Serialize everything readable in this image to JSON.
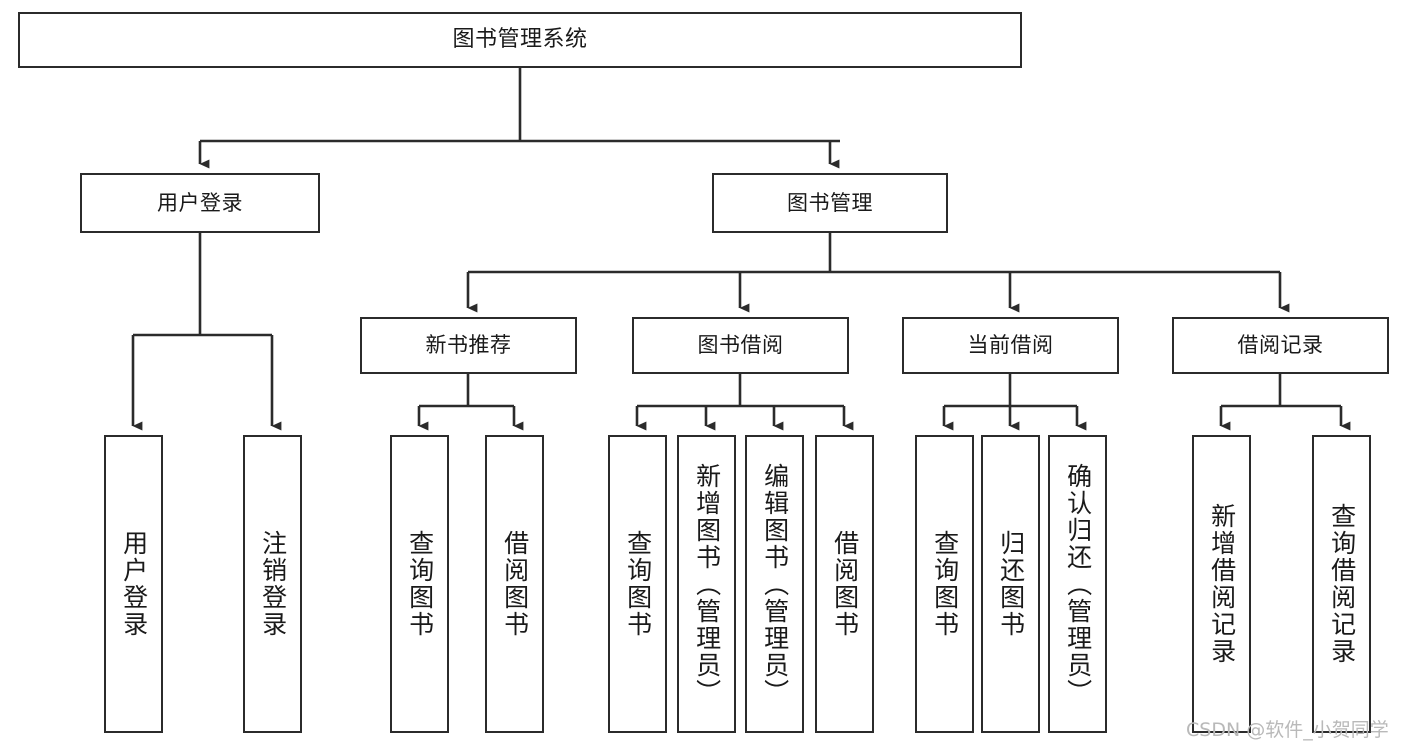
{
  "diagram": {
    "title": "图书管理系统",
    "type": "tree",
    "colors": {
      "box_border": "#2b2b2b",
      "box_fill": "#ffffff",
      "connector": "#2b2b2b",
      "text": "#1a1a1a",
      "watermark": "#b9b9b9",
      "background": "#ffffff"
    },
    "nodes": {
      "root": {
        "label": "图书管理系统",
        "level": 0
      },
      "level1": [
        {
          "id": "user-login",
          "label": "用户登录"
        },
        {
          "id": "book-management",
          "label": "图书管理"
        }
      ],
      "level2": [
        {
          "id": "new-book-recommend",
          "label": "新书推荐",
          "parent": "book-management"
        },
        {
          "id": "book-borrow",
          "label": "图书借阅",
          "parent": "book-management"
        },
        {
          "id": "current-borrow",
          "label": "当前借阅",
          "parent": "book-management"
        },
        {
          "id": "borrow-record",
          "label": "借阅记录",
          "parent": "book-management"
        }
      ],
      "leaves": [
        {
          "id": "leaf-user-login",
          "label": "用户登录",
          "parent": "user-login"
        },
        {
          "id": "leaf-user-logout",
          "label": "注销登录",
          "parent": "user-login"
        },
        {
          "id": "leaf-query-book-1",
          "label": "查询图书",
          "parent": "new-book-recommend"
        },
        {
          "id": "leaf-borrow-book-1",
          "label": "借阅图书",
          "parent": "new-book-recommend"
        },
        {
          "id": "leaf-query-book-2",
          "label": "查询图书",
          "parent": "book-borrow"
        },
        {
          "id": "leaf-add-book",
          "label": "新增图书（管理员）",
          "parent": "book-borrow"
        },
        {
          "id": "leaf-edit-book",
          "label": "编辑图书（管理员）",
          "parent": "book-borrow"
        },
        {
          "id": "leaf-borrow-book-2",
          "label": "借阅图书",
          "parent": "book-borrow"
        },
        {
          "id": "leaf-query-book-3",
          "label": "查询图书",
          "parent": "current-borrow"
        },
        {
          "id": "leaf-return-book",
          "label": "归还图书",
          "parent": "current-borrow"
        },
        {
          "id": "leaf-confirm-return",
          "label": "确认归还（管理员）",
          "parent": "current-borrow"
        },
        {
          "id": "leaf-add-record",
          "label": "新增借阅记录",
          "parent": "borrow-record"
        },
        {
          "id": "leaf-query-record",
          "label": "查询借阅记录",
          "parent": "borrow-record"
        }
      ]
    }
  },
  "watermark": {
    "text": "CSDN @软件_小贺同学"
  }
}
